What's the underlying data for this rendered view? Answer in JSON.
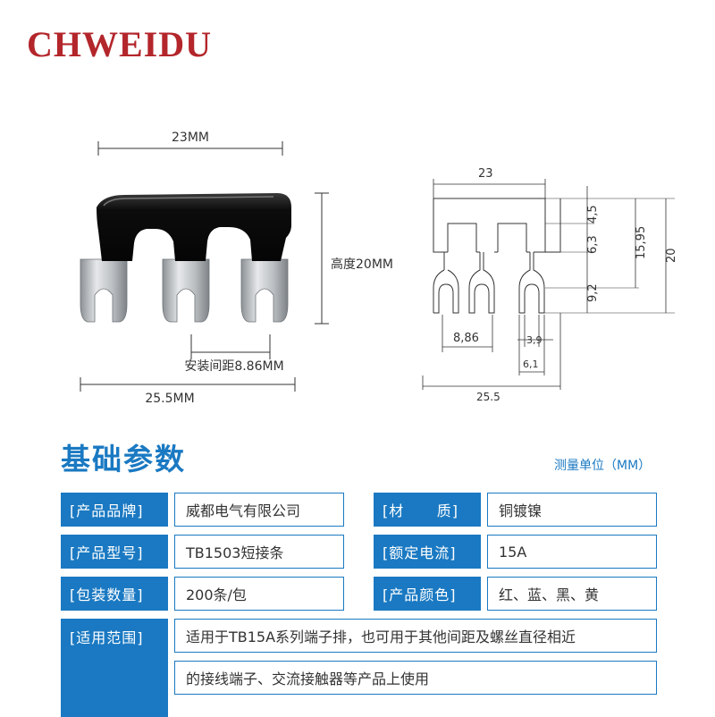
{
  "brand": {
    "name": "CHWEIDU",
    "color": "#b3262b"
  },
  "photo_dims": {
    "width_top": "23MM",
    "height": "高度20MM",
    "spacing": "安装间距8.86MM",
    "width_bottom": "25.5MM"
  },
  "drawing_dims": {
    "top_width": "23",
    "d1": "4,5",
    "d2": "15,95",
    "d3": "20",
    "d4": "6,3",
    "d5": "9,2",
    "pitch": "8,86",
    "slot": "3,9",
    "fork": "6,1",
    "total": "25.5"
  },
  "section": {
    "title": "基础参数",
    "unit_note": "测量单位（MM）",
    "accent": "#1a79c2"
  },
  "params": {
    "brand_label": "[产品品牌]",
    "brand_value": "威都电气有限公司",
    "material_label": "[材      质]",
    "material_value": "铜镀镍",
    "model_label": "[产品型号]",
    "model_value": "TB1503短接条",
    "current_label": "[额定电流]",
    "current_value": "15A",
    "pack_label": "[包装数量]",
    "pack_value": "200条/包",
    "color_label": "[产品颜色]",
    "color_value": "红、蓝、黑、黄",
    "scope_label": "[适用范围]",
    "scope_line1": "适用于TB15A系列端子排，也可用于其他间距及螺丝直径相近",
    "scope_line2": "的接线端子、交流接触器等产品上使用"
  }
}
